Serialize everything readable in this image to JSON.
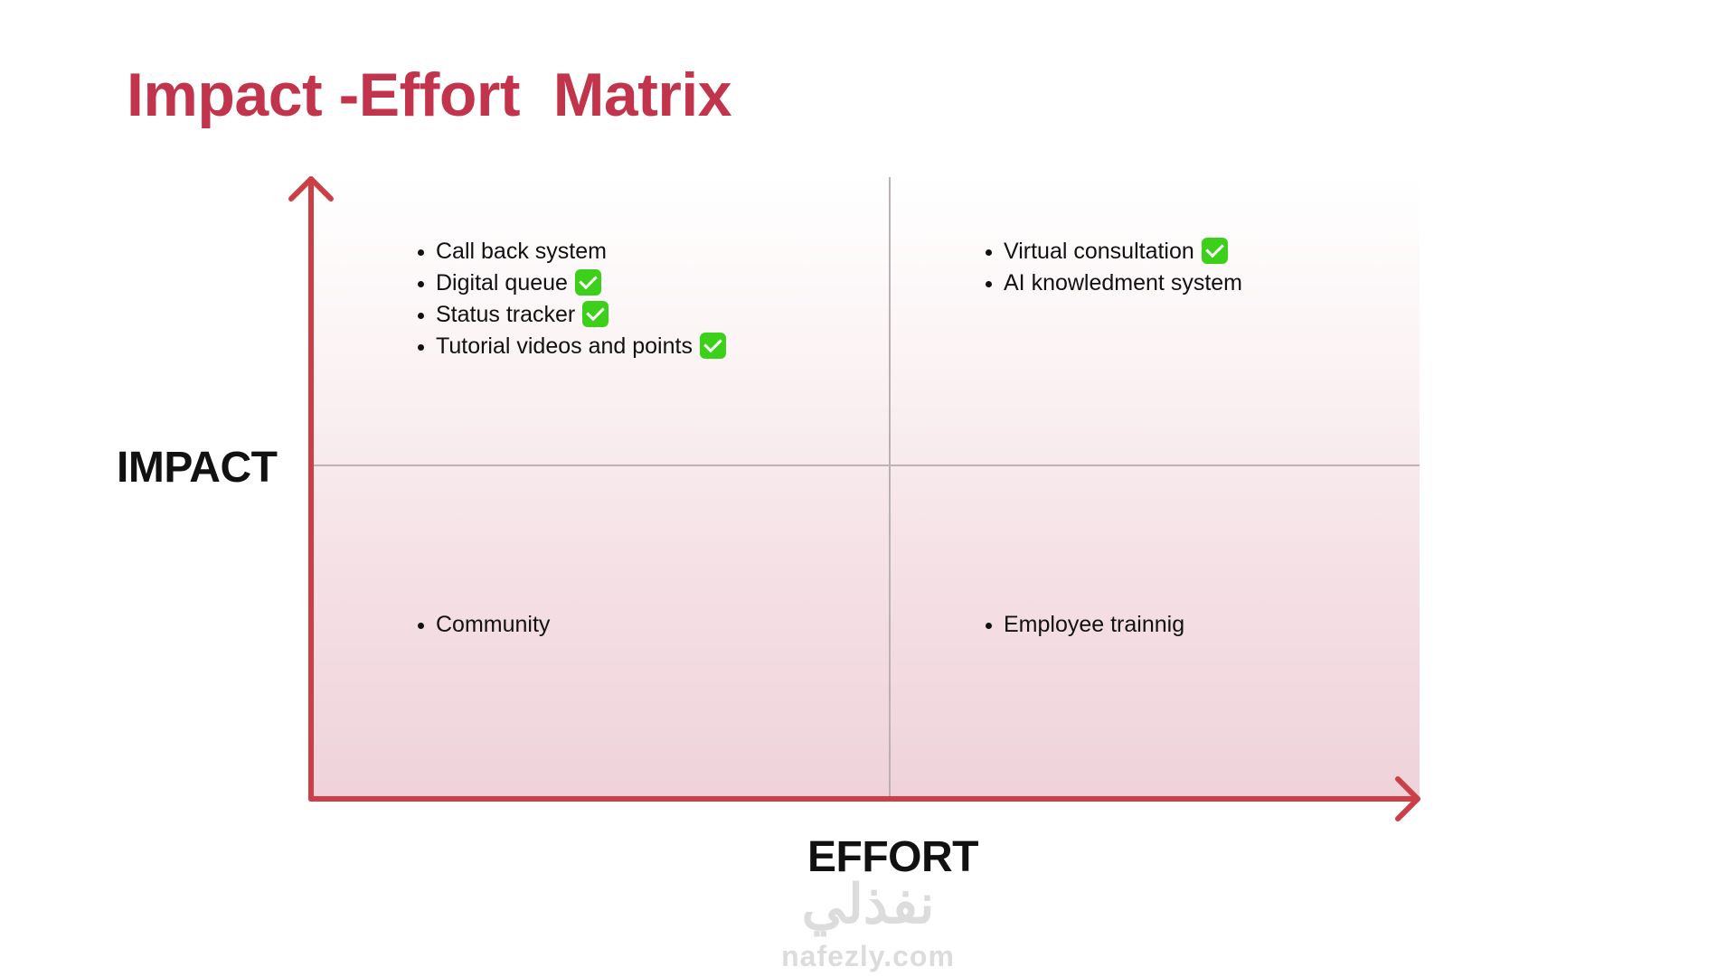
{
  "title": "Impact -Effort  Matrix",
  "axes": {
    "y_label": "IMPACT",
    "x_label": "EFFORT"
  },
  "quadrants": {
    "high_impact_low_effort": [
      {
        "label": "Call back system",
        "done": false
      },
      {
        "label": "Digital queue",
        "done": true
      },
      {
        "label": "Status tracker",
        "done": true
      },
      {
        "label": "Tutorial videos and points",
        "done": true
      }
    ],
    "high_impact_high_effort": [
      {
        "label": "Virtual consultation",
        "done": true
      },
      {
        "label": "AI knowledment system",
        "done": false
      }
    ],
    "low_impact_low_effort": [
      {
        "label": "Community",
        "done": false
      }
    ],
    "low_impact_high_effort": [
      {
        "label": "Employee trainnig",
        "done": false
      }
    ]
  },
  "watermark": {
    "arabic": "نفذلي",
    "latin": "nafezly.com"
  },
  "colors": {
    "accent": "#c2344b",
    "axis": "#cc3f46",
    "check": "#3dd01b"
  }
}
